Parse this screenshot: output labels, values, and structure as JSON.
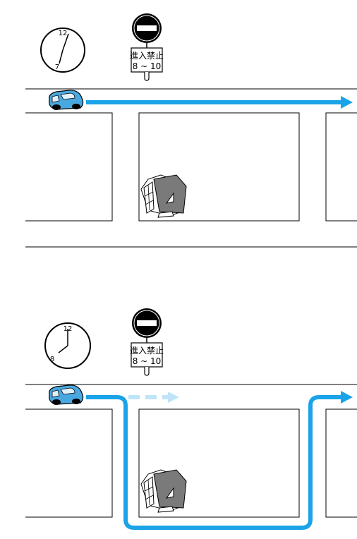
{
  "panels": [
    {
      "clock": {
        "top_label": "12",
        "hour_label": "7"
      },
      "sign": {
        "line1": "進入禁止",
        "line2": "8 ~ 10"
      }
    },
    {
      "clock": {
        "top_label": "12",
        "hour_label": "8"
      },
      "sign": {
        "line1": "進入禁止",
        "line2": "8 ~ 10"
      }
    }
  ],
  "colors": {
    "route": "#1aa3e8",
    "route_faded": "#bfe4f7",
    "building": "#7a7a7a",
    "car": "#4aa8e0",
    "no_entry_red": "#000000"
  }
}
